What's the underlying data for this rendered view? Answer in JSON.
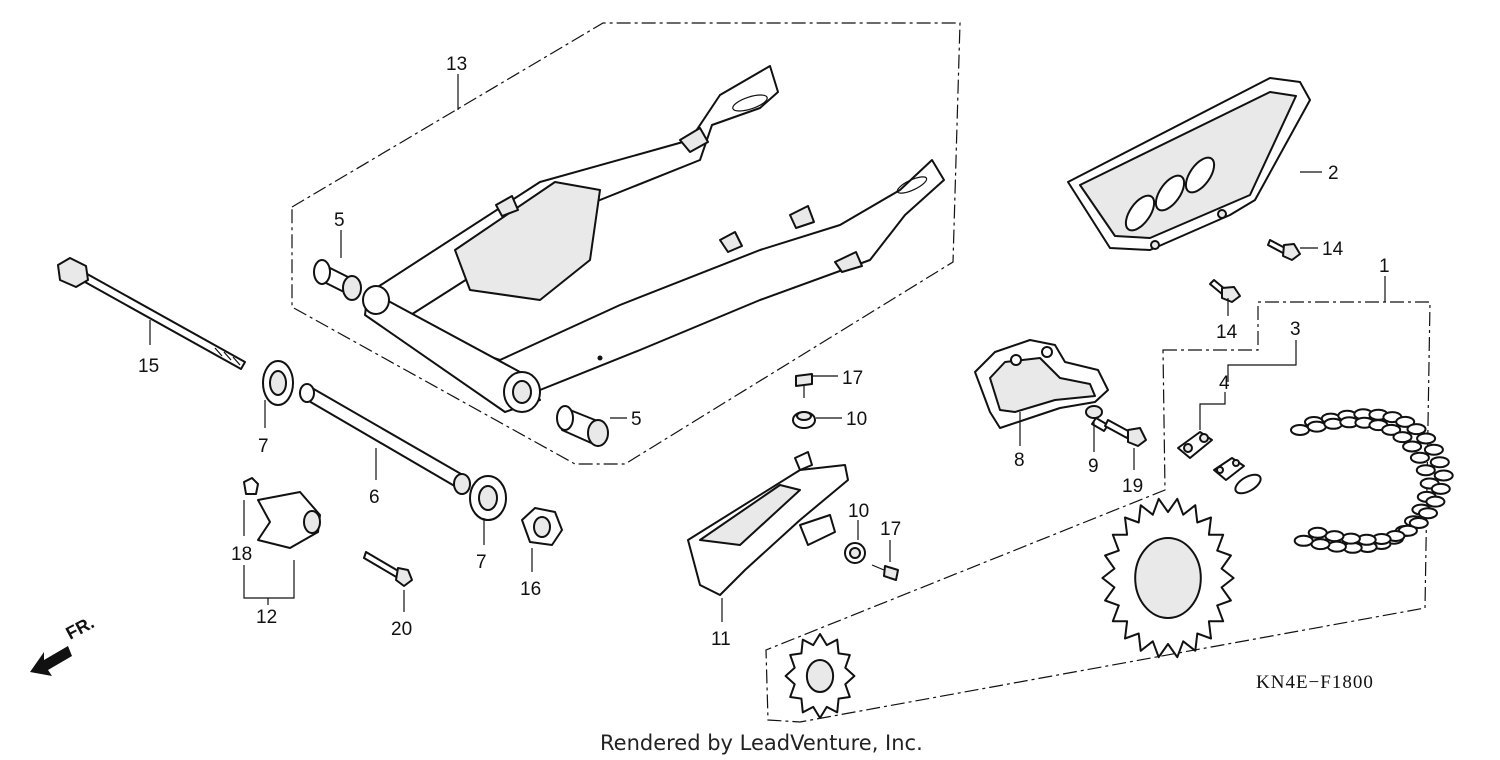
{
  "diagram": {
    "code": "KN4E−F1800",
    "credit": "Rendered by LeadVenture, Inc.",
    "direction_label": "FR.",
    "callouts": [
      "13",
      "5",
      "5",
      "15",
      "7",
      "7",
      "6",
      "18",
      "12",
      "20",
      "16",
      "17",
      "10",
      "10",
      "17",
      "11",
      "2",
      "14",
      "14",
      "1",
      "3",
      "4",
      "8",
      "9",
      "19"
    ]
  }
}
